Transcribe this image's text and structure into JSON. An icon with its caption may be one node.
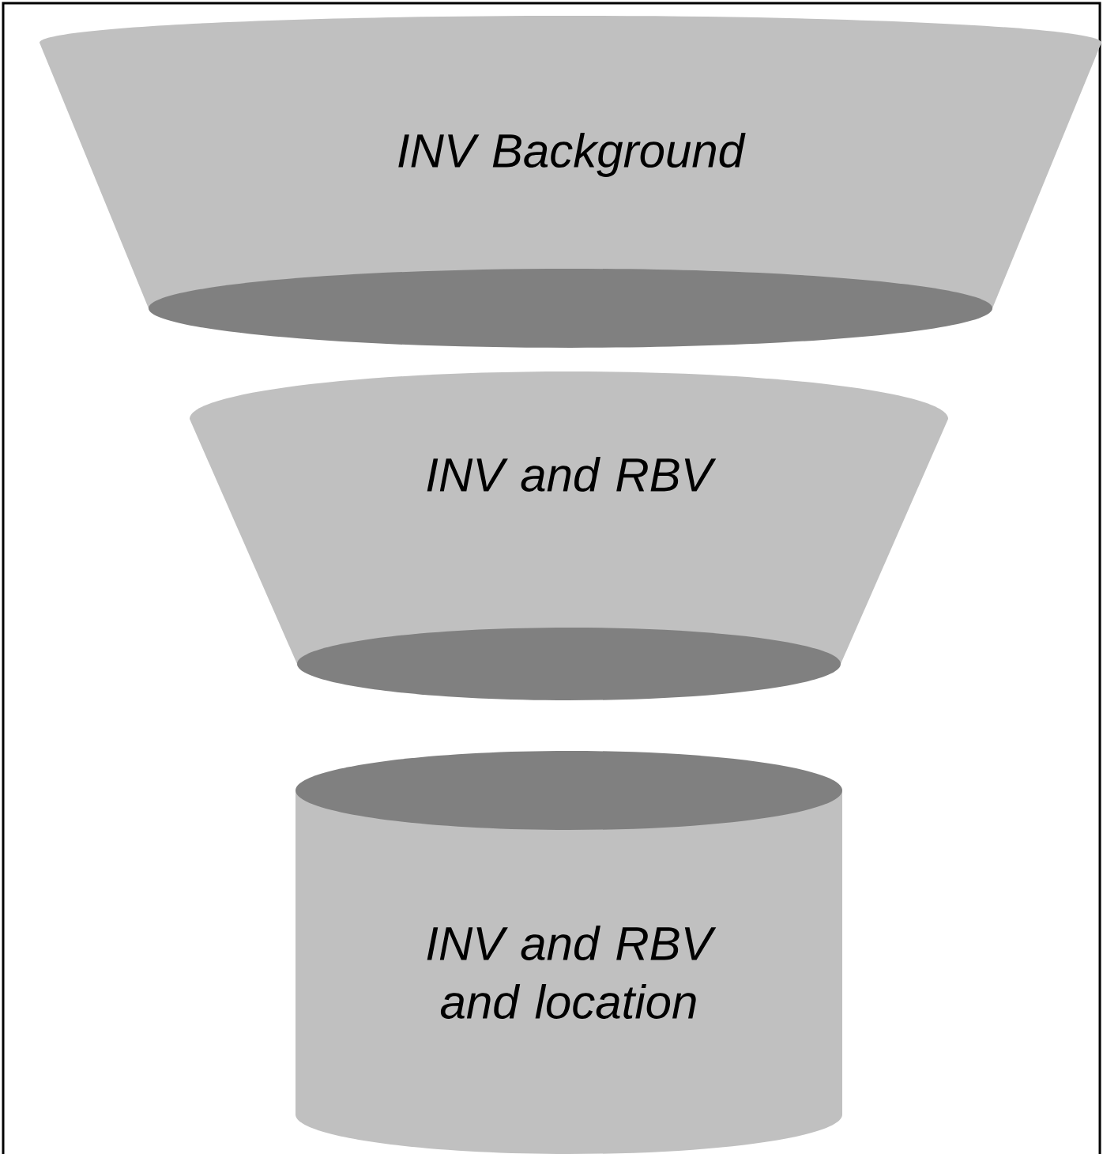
{
  "diagram": {
    "nodes": [
      {
        "text": [
          "INV Background"
        ]
      },
      {
        "text": [
          "INV and RBV"
        ]
      },
      {
        "text": [
          "INV and RBV and location"
        ]
      }
    ]
  }
}
